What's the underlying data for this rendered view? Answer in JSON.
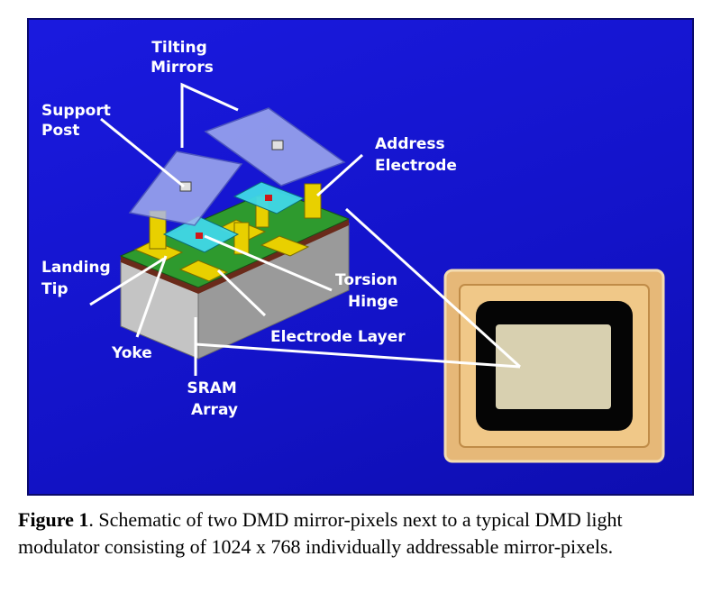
{
  "labels": {
    "tilting_mirrors": [
      "Tilting",
      "Mirrors"
    ],
    "support_post": [
      "Support",
      "Post"
    ],
    "address_electrode": [
      "Address",
      "Electrode"
    ],
    "landing_tip": [
      "Landing",
      "Tip"
    ],
    "torsion_hinge": [
      "Torsion",
      "Hinge"
    ],
    "yoke": "Yoke",
    "electrode_layer": "Electrode Layer",
    "sram_array": [
      "SRAM",
      "Array"
    ]
  },
  "caption": {
    "label": "Figure 1",
    "text": ".  Schematic of two DMD mirror-pixels next to a typical DMD light modulator consisting of 1024 x 768 individually addressable mirror-pixels."
  },
  "colors": {
    "panel_blue": "#1515cf",
    "mirror": "#a8b4f0",
    "yoke_cyan": "#40d8e8",
    "post_yellow": "#e8d000",
    "electrode_green": "#2ea02e",
    "sram_gray": "#b8b8b8",
    "chip_gold": "#e0b070",
    "chip_window": "#d8d0b0"
  }
}
